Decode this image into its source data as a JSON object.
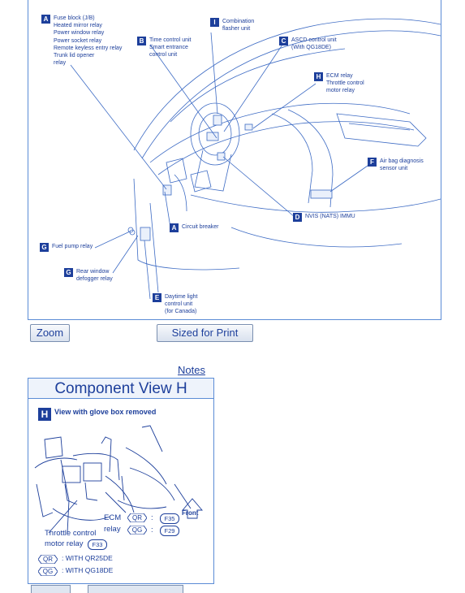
{
  "callouts": {
    "a_fuse": {
      "letter": "A",
      "lines": [
        "Fuse block (J/B)",
        "Heated mirror relay",
        "Power window relay",
        "Power socket relay",
        "Remote keyless entry relay",
        "Trunk lid opener",
        "relay"
      ]
    },
    "b_time": {
      "letter": "B",
      "lines": [
        "Time control unit",
        "Smart entrance",
        "control unit"
      ]
    },
    "i_comb": {
      "letter": "I",
      "lines": [
        "Combination",
        "flasher unit"
      ]
    },
    "c_ascd": {
      "letter": "C",
      "lines": [
        "ASCD control unit",
        "(With QG18DE)"
      ]
    },
    "h_ecm": {
      "letter": "H",
      "lines": [
        "ECM relay",
        "Throttle control",
        "motor relay"
      ]
    },
    "f_airbag": {
      "letter": "F",
      "lines": [
        "Air bag diagnosis",
        "sensor unit"
      ]
    },
    "d_nvis": {
      "letter": "D",
      "lines": [
        "NVIS (NATS) IMMU"
      ]
    },
    "a_circuit": {
      "letter": "A",
      "lines": [
        "Circuit breaker"
      ]
    },
    "g_fuel": {
      "letter": "G",
      "lines": [
        "Fuel pump relay"
      ]
    },
    "g_rear": {
      "letter": "G",
      "lines": [
        "Rear window",
        "defogger relay"
      ]
    },
    "e_day": {
      "letter": "E",
      "lines": [
        "Daytime light",
        "control unit",
        "(for Canada)"
      ]
    }
  },
  "buttons": {
    "zoom": "Zoom",
    "print": "Sized for Print"
  },
  "notes_link": "Notes",
  "component_view": {
    "title": "Component View H",
    "badge": "H",
    "subtitle": "View with glove box removed",
    "front_label": "Front",
    "ecm_label": "ECM",
    "relay_label": "relay",
    "qr": "QR",
    "qg": "QG",
    "f35": "F35",
    "f29": "F29",
    "f33": "F33",
    "throttle_line1": "Throttle control",
    "throttle_line2": "motor relay",
    "legend_qr": ": WITH QR25DE",
    "legend_qg": ": WITH QG18DE",
    "colon": ":"
  },
  "colors": {
    "accent": "#1d3f9b",
    "border": "#5b8cd6"
  }
}
